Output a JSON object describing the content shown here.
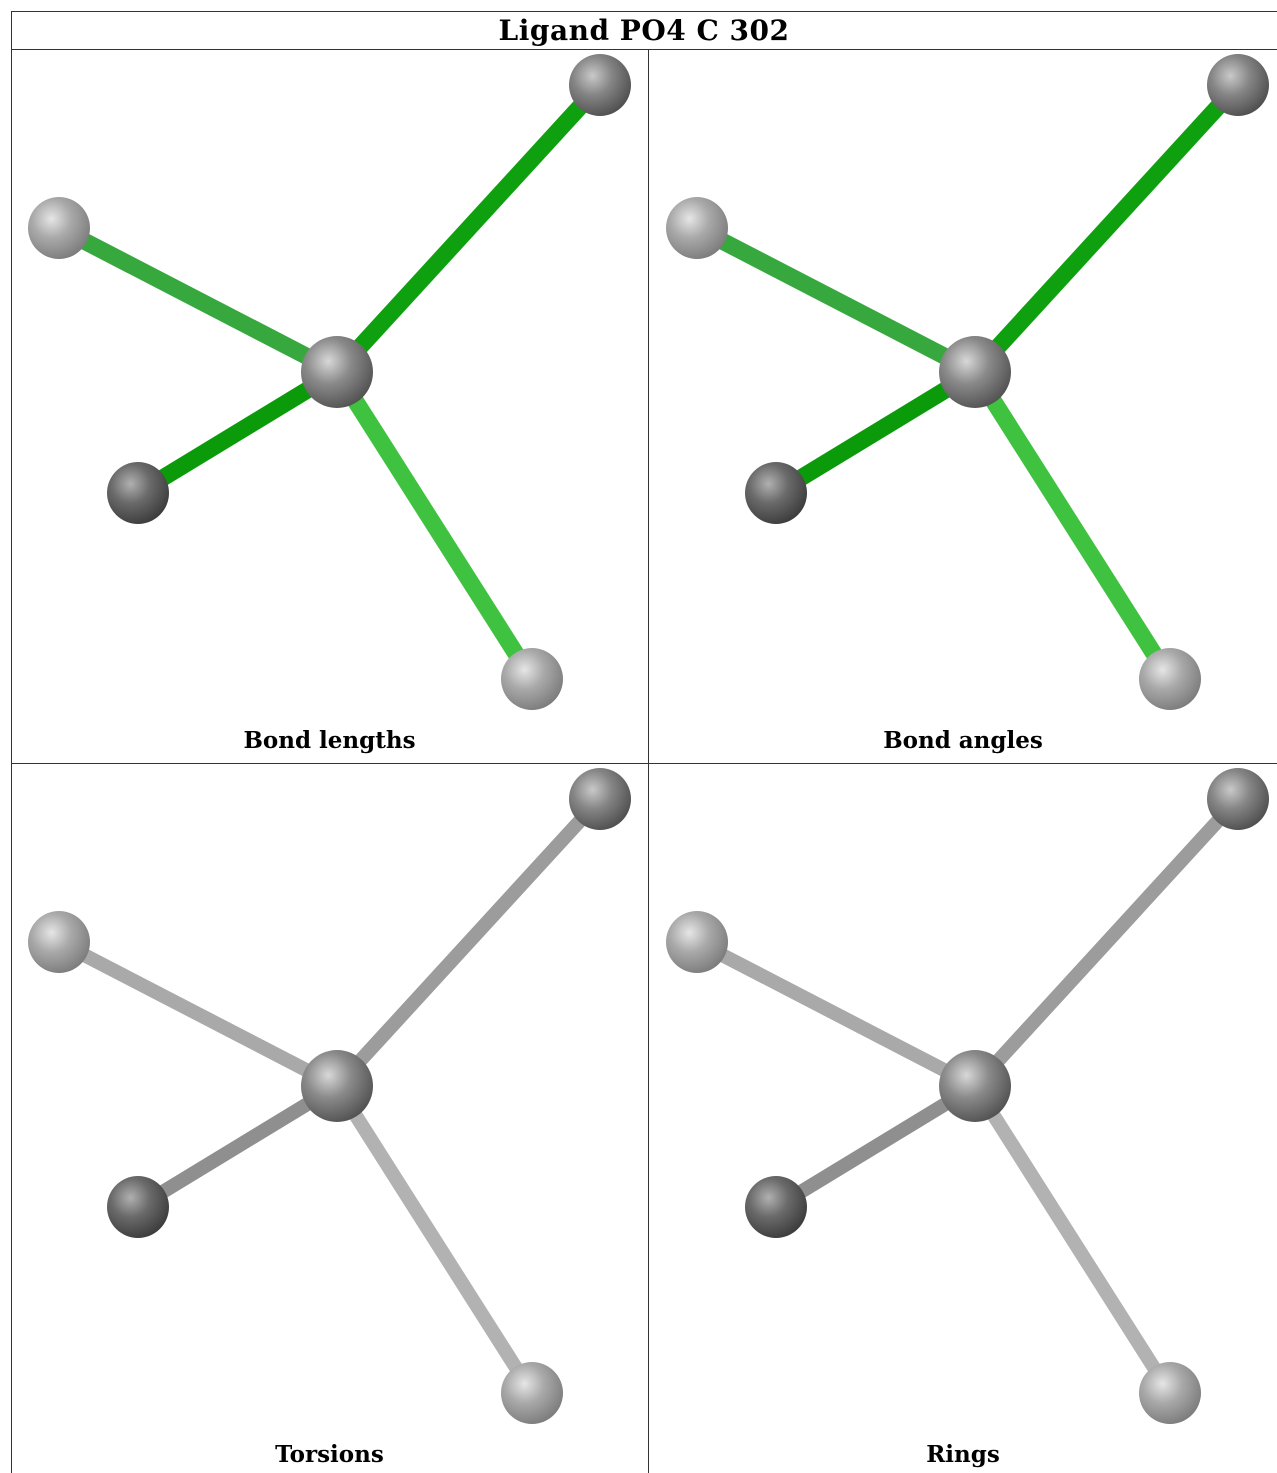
{
  "title": "Ligand PO4 C 302",
  "panels": [
    {
      "caption": "Bond lengths",
      "bond_color": "green"
    },
    {
      "caption": "Bond angles",
      "bond_color": "green"
    },
    {
      "caption": "Torsions",
      "bond_color": "grey"
    },
    {
      "caption": "Rings",
      "bond_color": "grey"
    }
  ],
  "colors": {
    "bond_green_light": "#3fc23f",
    "bond_green_dark": "#0fa00f",
    "bond_grey": "#a6a6a6",
    "atom_grey": "#8c8c8c"
  }
}
